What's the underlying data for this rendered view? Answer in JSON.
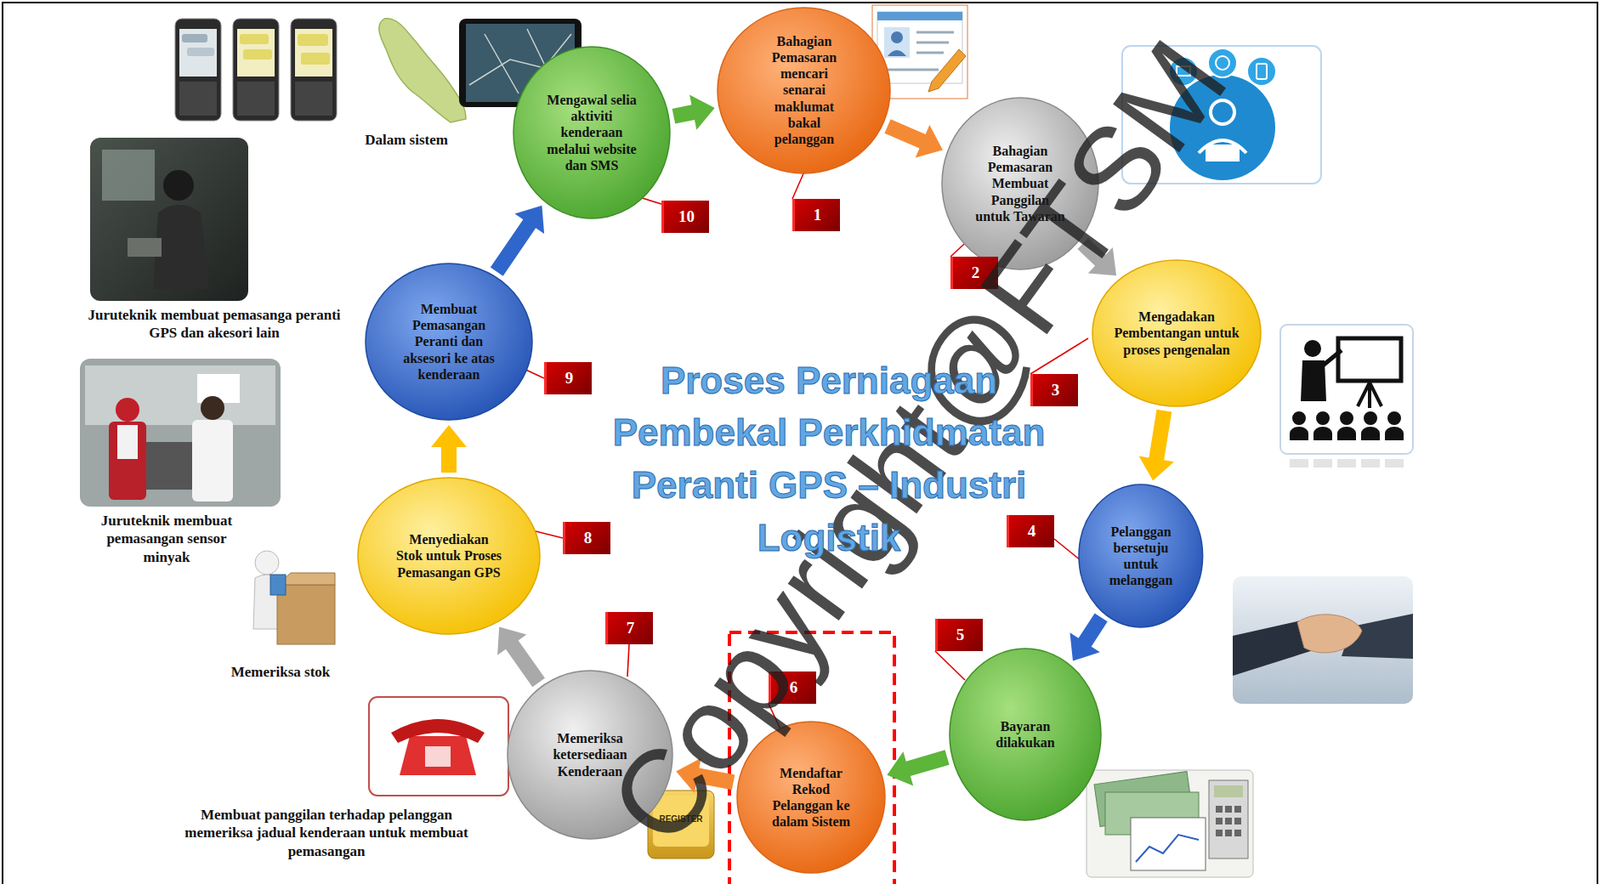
{
  "diagram": {
    "title": "Proses Perniagaan Pembekal Perkhidmatan Peranti GPS – Industri Logistik",
    "nodes": [
      {
        "text": [
          "Bahagian Pemasaran mencari senarai maklumat bakal pelanggan"
        ]
      },
      {
        "text": [
          "Bahagian Pemasaran Membuat Panggilan untuk Tawaran"
        ]
      },
      {
        "text": [
          "Mengadakan Pembentangan untuk proses pengenalan"
        ]
      },
      {
        "text": [
          "Pelanggan bersetuju untuk melanggan"
        ]
      },
      {
        "text": [
          "Bayaran dilakukan"
        ]
      },
      {
        "text": [
          "Mendaftar Rekod Pelanggan ke dalam Sistem"
        ]
      },
      {
        "text": [
          "Memeriksa ketersediaan Kenderaan"
        ]
      },
      {
        "text": [
          "Menyediakan Stok untuk Proses Pemasangan GPS"
        ]
      },
      {
        "text": [
          "Membuat Pemasangan Peranti dan aksesori ke atas kenderaan"
        ]
      },
      {
        "text": [
          "Mengawal selia aktiviti kenderaan melalui website dan SMS"
        ]
      }
    ],
    "edges": [
      {
        "from": 0,
        "to": 1,
        "arrow": "to"
      },
      {
        "from": 1,
        "to": 2,
        "arrow": "to"
      },
      {
        "from": 2,
        "to": 3,
        "arrow": "to"
      },
      {
        "from": 3,
        "to": 4,
        "arrow": "to"
      },
      {
        "from": 4,
        "to": 5,
        "arrow": "to"
      },
      {
        "from": 5,
        "to": 6,
        "arrow": "to"
      },
      {
        "from": 6,
        "to": 7,
        "arrow": "to"
      },
      {
        "from": 7,
        "to": 8,
        "arrow": "to"
      },
      {
        "from": 8,
        "to": 9,
        "arrow": "to"
      },
      {
        "from": 9,
        "to": 0,
        "arrow": "to"
      }
    ],
    "labels": [
      "1",
      "2",
      "3",
      "4",
      "5",
      "6",
      "7",
      "8",
      "9",
      "10",
      "Dalam sistem",
      "Juruteknik membuat pemasanga peranti GPS dan akesori lain",
      "Juruteknik membuat pemasangan sensor minyak",
      "Memeriksa stok",
      "Membuat panggilan terhadap pelanggan memeriksa jadual kenderaan untuk membuat pemasangan",
      "REGISTER",
      "Copyright@FTSM"
    ]
  }
}
